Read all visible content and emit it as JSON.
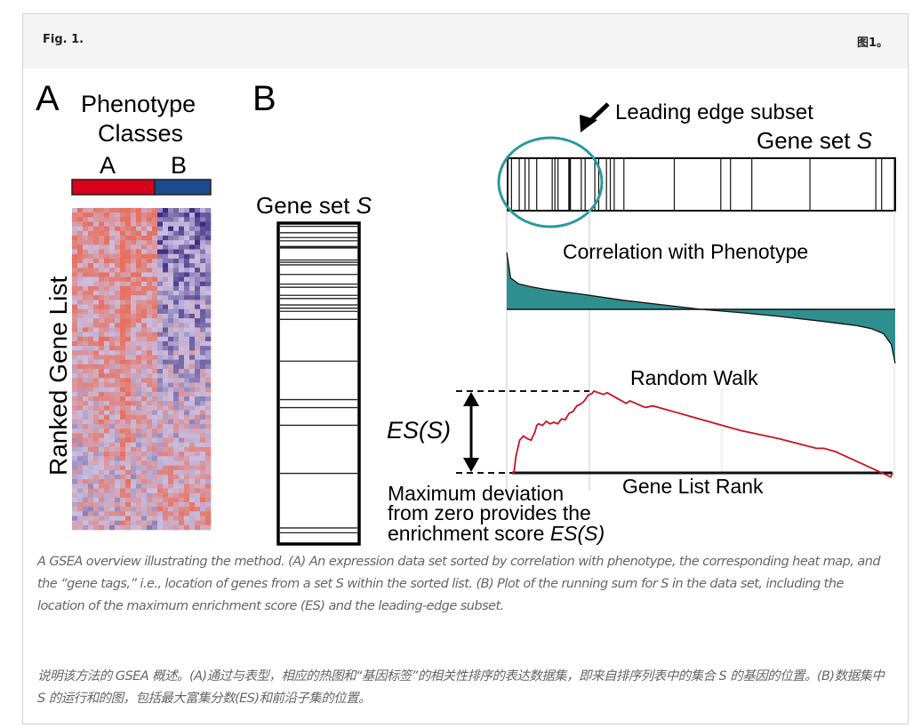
{
  "header": {
    "figure_label_en": "Fig. 1.",
    "figure_label_zh": "图1。"
  },
  "panel_a": {
    "panel_letter": "A",
    "title_line1": "Phenotype",
    "title_line2": "Classes",
    "class_a_label": "A",
    "class_b_label": "B",
    "class_a_color": "#d9001b",
    "class_b_color": "#1c4a8f",
    "y_axis_label": "Ranked Gene List",
    "heatmap_high_color": "#e8705f",
    "heatmap_low_color": "#3a2a80"
  },
  "panel_b": {
    "panel_letter": "B",
    "vertical_gene_set_label": "Gene set ",
    "vertical_gene_set_symbol": "S",
    "leading_edge_label": "Leading edge subset",
    "horizontal_gene_set_label": "Gene set ",
    "horizontal_gene_set_symbol": "S",
    "correlation_label": "Correlation with Phenotype",
    "random_walk_label": "Random Walk",
    "es_label": "ES(S)",
    "gene_list_rank_label": "Gene List Rank",
    "max_dev_line1": "Maximum deviation",
    "max_dev_line2": "from zero provides the",
    "max_dev_line3_prefix": "enrichment score ",
    "max_dev_line3_symbol": "ES(S)",
    "teal_color": "#2f8f8f",
    "walk_color": "#cc1122",
    "circle_color": "#2a9a9a"
  },
  "chart_data": {
    "type": "line",
    "title": "Random Walk",
    "xlabel": "Gene List Rank",
    "ylabel": "ES(S)",
    "gene_tag_positions": [
      0.01,
      0.03,
      0.045,
      0.055,
      0.075,
      0.115,
      0.122,
      0.13,
      0.16,
      0.19,
      0.2,
      0.225,
      0.235,
      0.255,
      0.265,
      0.275,
      0.3,
      0.43,
      0.55,
      0.575,
      0.63,
      0.78,
      0.95,
      0.965,
      0.998
    ],
    "leading_edge_end": 0.215,
    "running_sum": {
      "x": [
        0.0,
        0.005,
        0.01,
        0.015,
        0.02,
        0.03,
        0.04,
        0.05,
        0.06,
        0.065,
        0.07,
        0.08,
        0.09,
        0.1,
        0.11,
        0.12,
        0.13,
        0.14,
        0.15,
        0.16,
        0.17,
        0.18,
        0.19,
        0.2,
        0.21,
        0.215,
        0.24,
        0.25,
        0.3,
        0.31,
        0.35,
        0.37,
        0.5,
        0.6,
        0.7,
        0.8,
        0.82,
        0.85,
        0.93,
        0.995,
        1.0
      ],
      "y": [
        0.0,
        0.0,
        0.2,
        0.3,
        0.4,
        0.45,
        0.42,
        0.4,
        0.5,
        0.58,
        0.6,
        0.58,
        0.63,
        0.6,
        0.62,
        0.6,
        0.66,
        0.65,
        0.73,
        0.75,
        0.82,
        0.84,
        0.88,
        0.95,
        0.97,
        1.0,
        0.96,
        0.98,
        0.85,
        0.88,
        0.8,
        0.82,
        0.65,
        0.52,
        0.42,
        0.3,
        0.3,
        0.26,
        0.09,
        -0.05,
        0.0
      ]
    },
    "correlation_profile": {
      "x": [
        0.0,
        0.01,
        0.03,
        0.06,
        0.1,
        0.2,
        0.3,
        0.4,
        0.5,
        0.6,
        0.7,
        0.8,
        0.9,
        0.94,
        0.97,
        0.99,
        1.0
      ],
      "y": [
        1.0,
        0.55,
        0.45,
        0.4,
        0.35,
        0.26,
        0.16,
        0.08,
        0.0,
        -0.06,
        -0.13,
        -0.21,
        -0.3,
        -0.36,
        -0.45,
        -0.65,
        -1.0
      ]
    },
    "ylim": [
      -0.1,
      1.0
    ]
  },
  "caption": {
    "english": "A GSEA overview illustrating the method. (A) An expression data set sorted by correlation with phenotype, the corresponding heat map, and the “gene tags,” i.e., location of genes from a set S within the sorted list. (B) Plot of the running sum for S in the data set, including the location of the maximum enrichment score (ES) and the leading-edge subset.",
    "chinese": "说明该方法的 GSEA 概述。(A)通过与表型，相应的热图和“基因标签”的相关性排序的表达数据集，即来自排序列表中的集合 S 的基因的位置。(B)数据集中 S 的运行和的图，包括最大富集分数(ES)和前沿子集的位置。"
  }
}
